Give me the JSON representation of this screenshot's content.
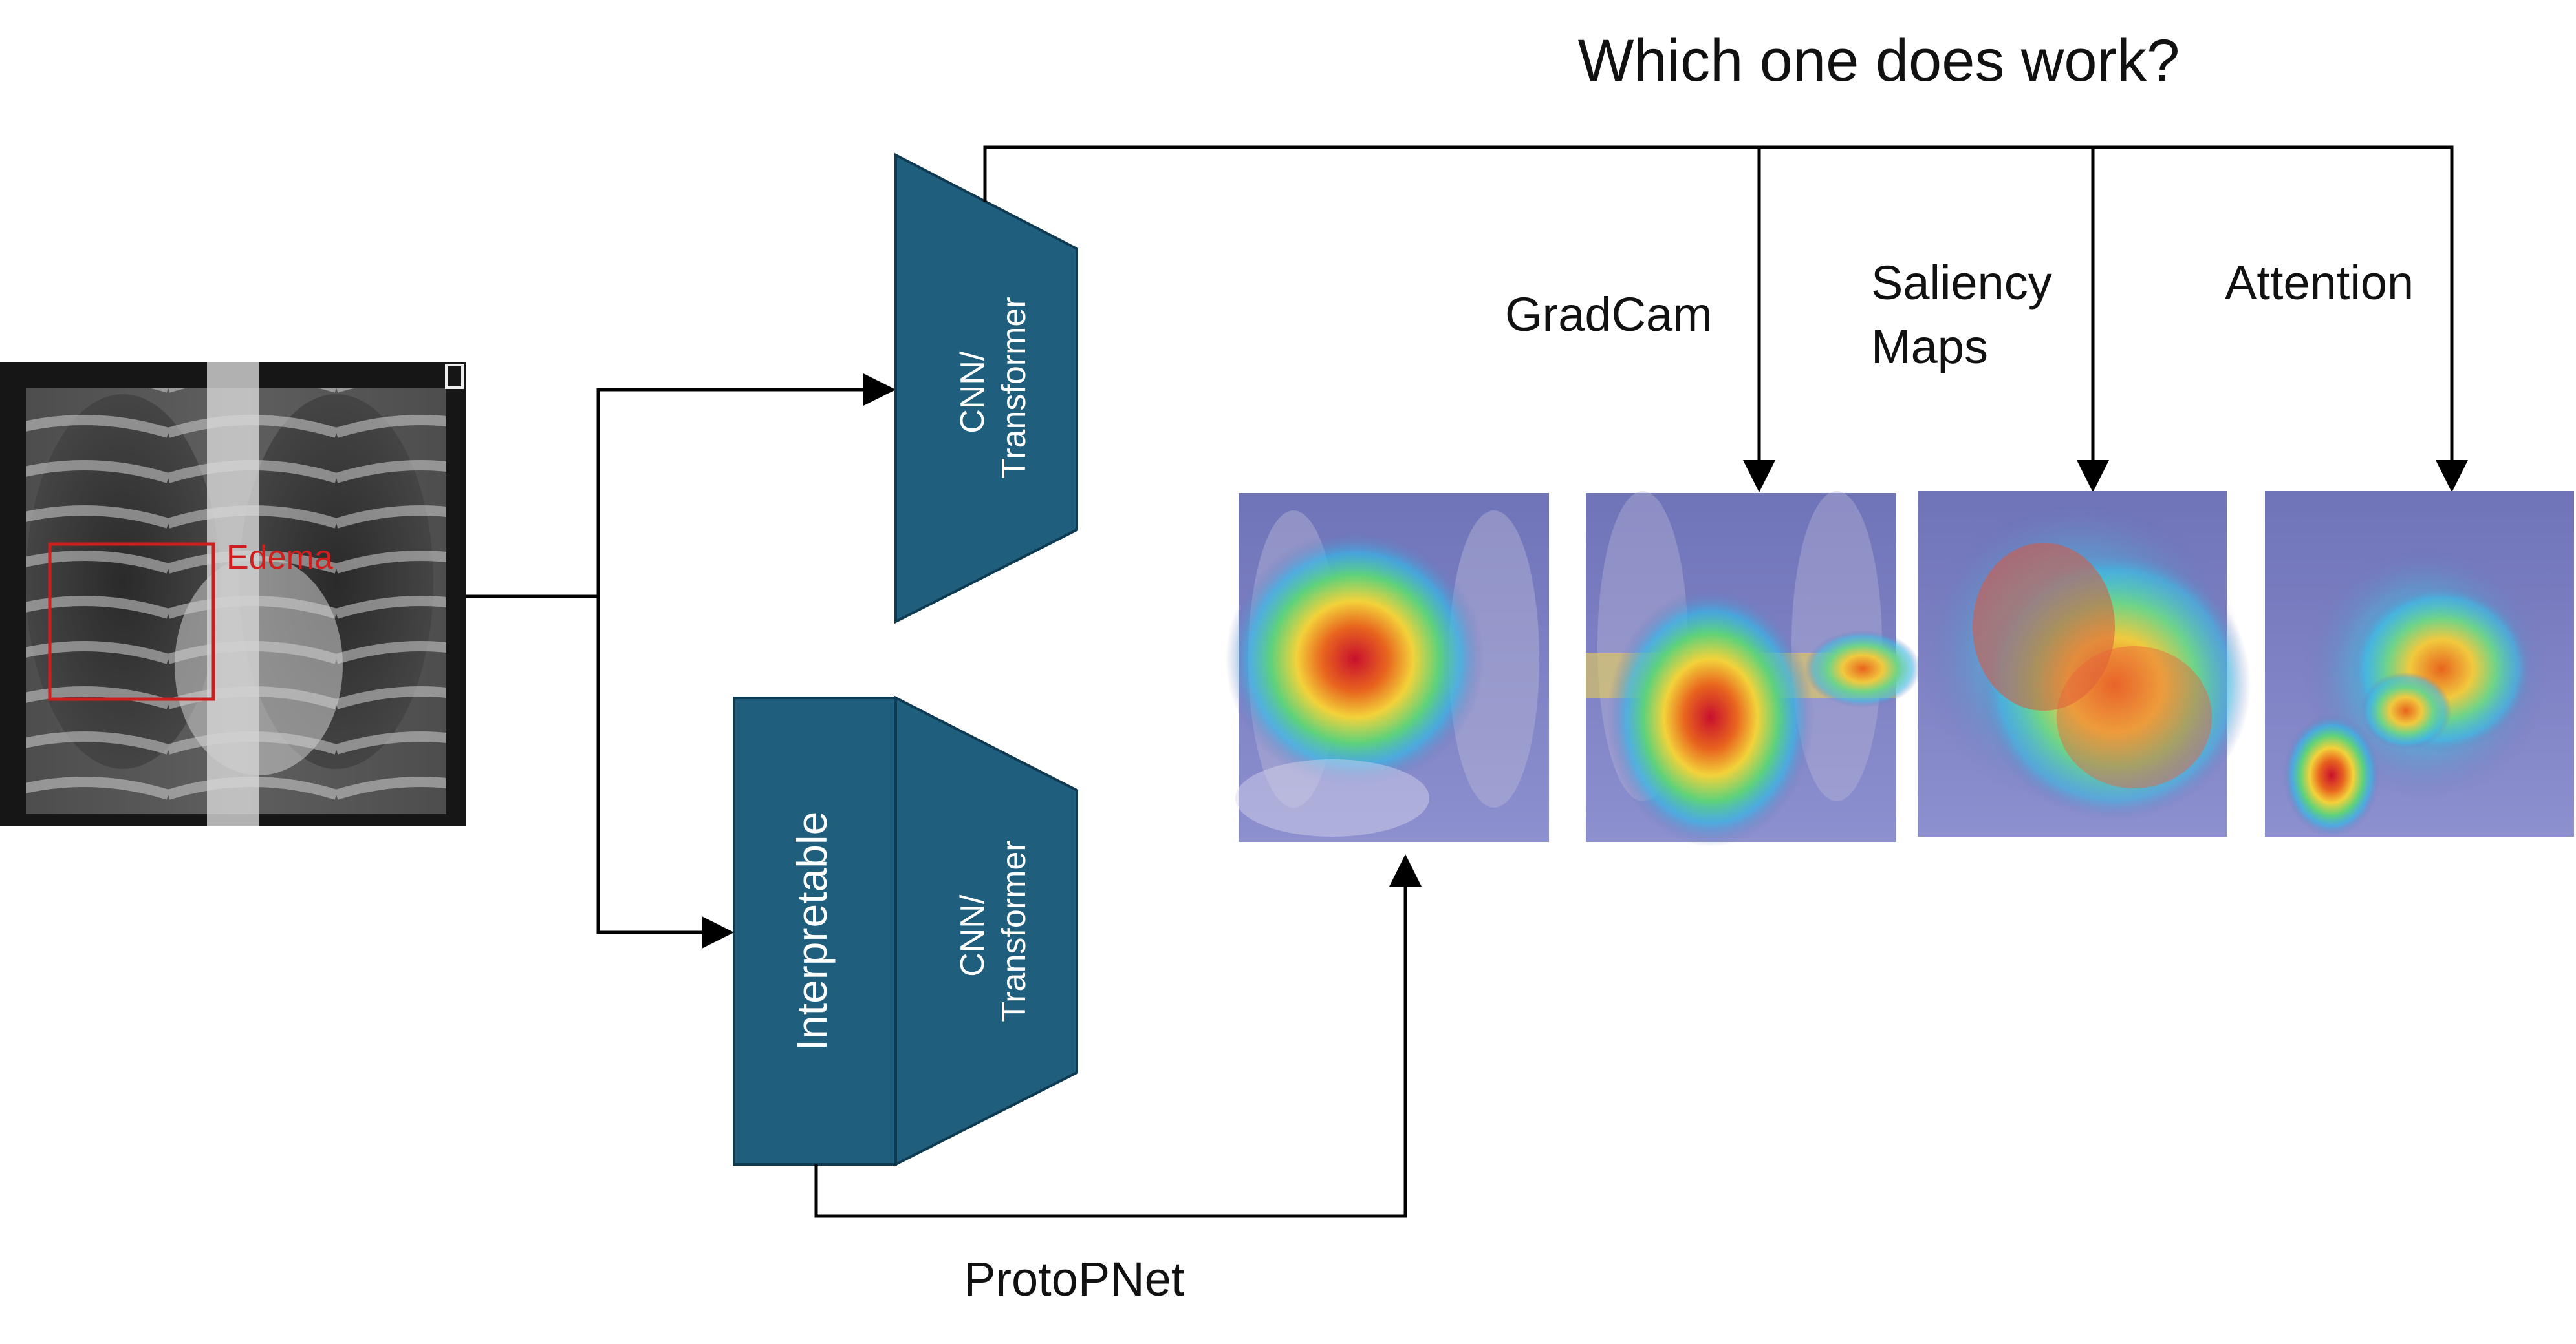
{
  "title": "Which one does work?",
  "input": {
    "finding_label": "Edema"
  },
  "models": {
    "blackbox_block_label": "CNN/ Transformer",
    "interpretable_block_label": "Interpretable",
    "interpretable_backbone_label": "CNN/ Transformer"
  },
  "methods": {
    "gradcam": "GradCam",
    "saliency_line1": "Saliency",
    "saliency_line2": "Maps",
    "attention": "Attention",
    "protopnet": "ProtoPNet"
  },
  "colors": {
    "block_fill": "#1f5f7d",
    "block_stroke": "#0e3b52",
    "arrow": "#000000",
    "finding_box": "#cc1f1f"
  }
}
